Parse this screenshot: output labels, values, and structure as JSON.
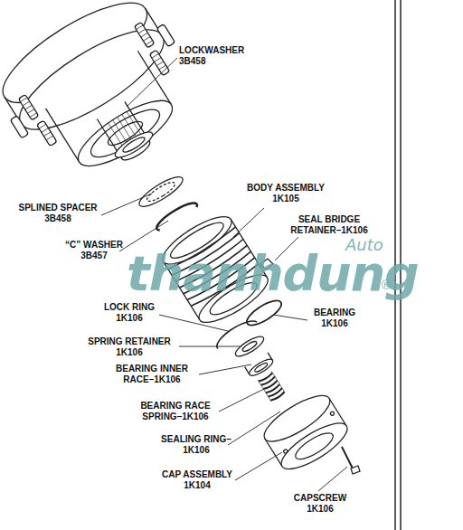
{
  "diagram": {
    "labels": [
      "LOCKWASHER 3B458",
      "SPLINED SPACER 3B458",
      "BODY ASSEMBLY 1K105",
      "SEAL BRIDGE RETAINER–1K106",
      "“C” WASHER 3B457",
      "LOCK RING 1K106",
      "BEARING 1K106",
      "SPRING RETAINER 1K106",
      "BEARING INNER RACE–1K106",
      "BEARING RACE SPRING–1K106",
      "SEALING RING–1K106",
      "CAP ASSEMBLY 1K104",
      "CAPSCREW 1K106",
      "thanhdung",
      "Auto",
      "®"
    ]
  }
}
